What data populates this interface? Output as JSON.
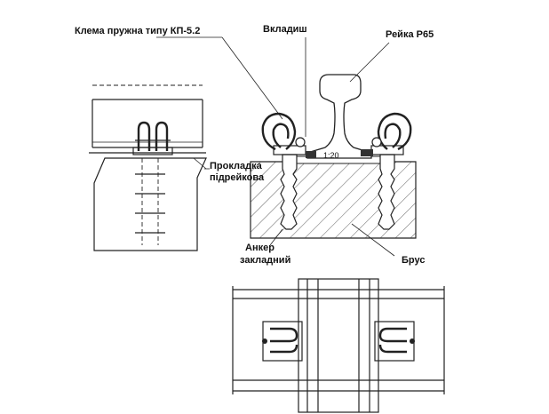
{
  "labels": {
    "clip": "Клема пружна типу КП-5.2",
    "insert": "Вкладиш",
    "rail": "Рейка Р65",
    "pad_line1": "Прокладка",
    "pad_line2": "підрейкова",
    "slope": "1:20",
    "anchor_line1": "Анкер",
    "anchor_line2": "закладний",
    "sleeper": "Брус"
  }
}
